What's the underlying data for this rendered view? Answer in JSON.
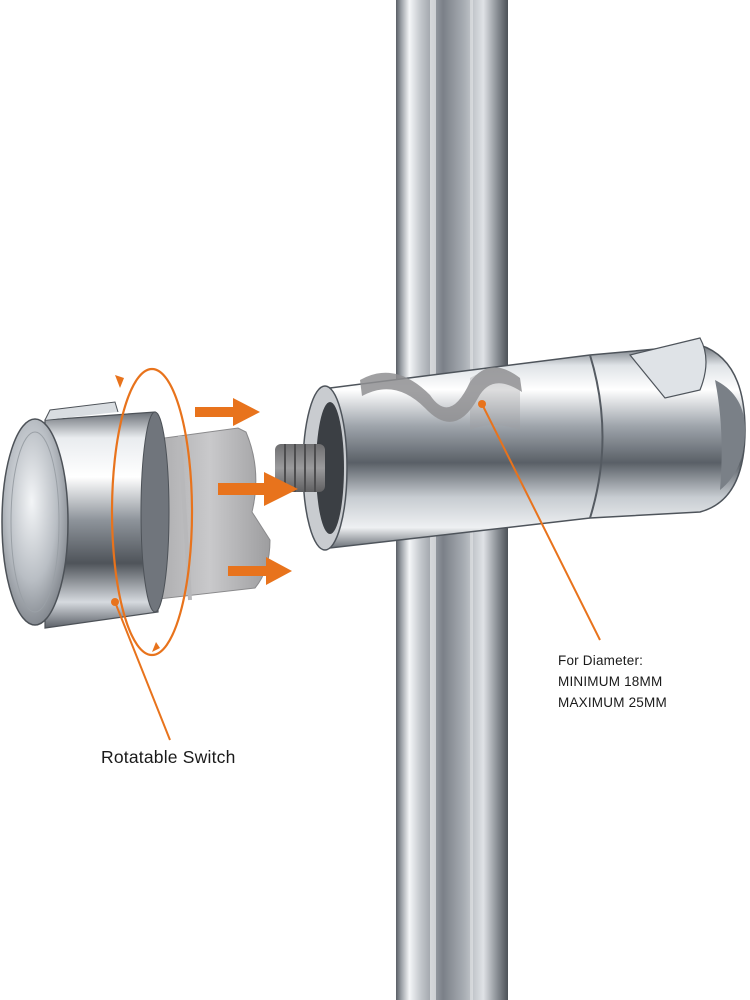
{
  "image": {
    "subject": "chrome shower head holder clamped on slide rail",
    "accent_color": "#e8731c",
    "chrome_light": "#f4f6f8",
    "chrome_dark": "#5f656c"
  },
  "labels": {
    "rotatable_switch": "Rotatable Switch",
    "diameter_heading": "For Diameter:",
    "diameter_min": "MINIMUM 18MM",
    "diameter_max": "MAXIMUM 25MM"
  }
}
